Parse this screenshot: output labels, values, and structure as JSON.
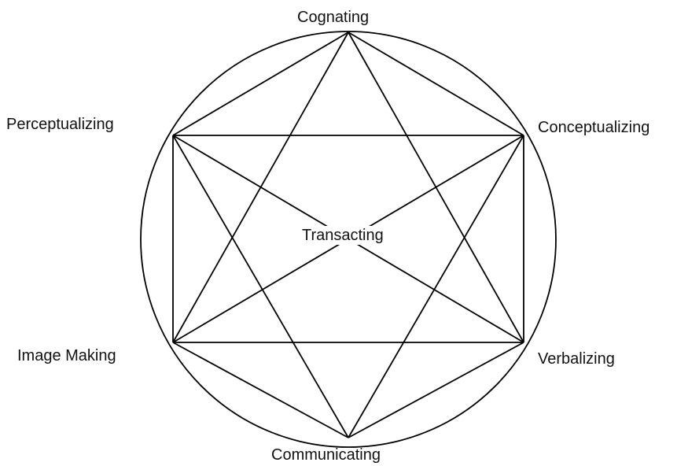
{
  "diagram": {
    "nodes": {
      "top": "Cognating",
      "upper_left": "Perceptualizing",
      "upper_right": "Conceptualizing",
      "center": "Transacting",
      "lower_left": "Image Making",
      "lower_right": "Verbalizing",
      "bottom": "Communicating"
    },
    "line_color": "#000000",
    "background_color": "#ffffff"
  }
}
